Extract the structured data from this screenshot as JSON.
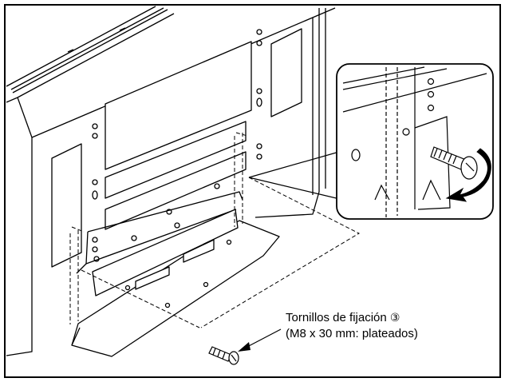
{
  "callout": {
    "line1": "Tornillos de fijación",
    "marker": "③",
    "line2": "(M8 x 30 mm: plateados)"
  }
}
